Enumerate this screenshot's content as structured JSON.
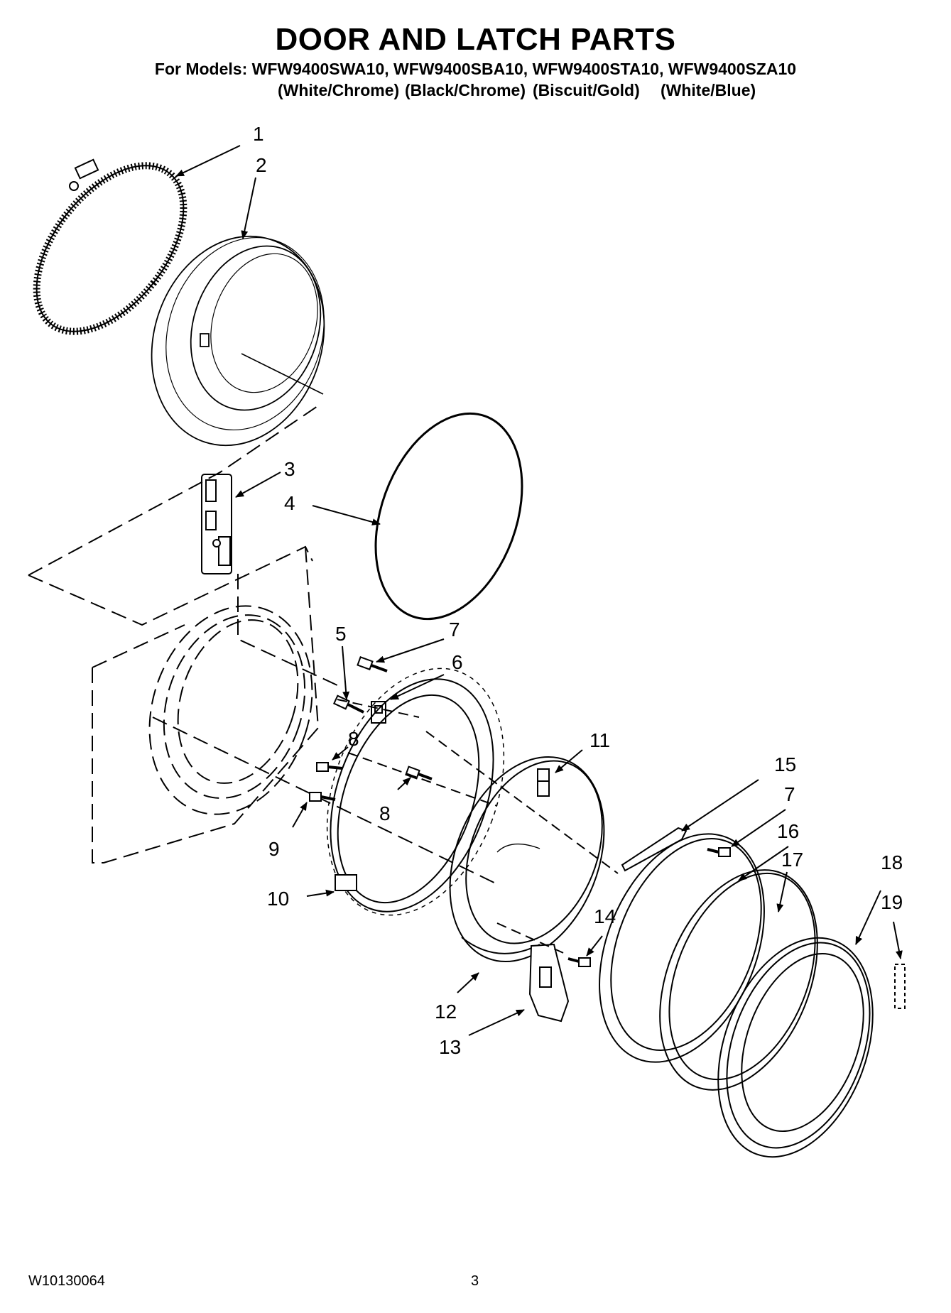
{
  "header": {
    "title": "DOOR AND LATCH PARTS",
    "models": "For Models: WFW9400SWA10, WFW9400SBA10, WFW9400STA10, WFW9400SZA10",
    "variants": [
      "(White/Chrome)",
      "(Black/Chrome)",
      "(Biscuit/Gold)",
      "(White/Blue)"
    ]
  },
  "callouts": {
    "c1": "1",
    "c2": "2",
    "c3": "3",
    "c4": "4",
    "c5": "5",
    "c6": "6",
    "c7a": "7",
    "c7b": "7",
    "c8a": "8",
    "c8b": "8",
    "c9": "9",
    "c10": "10",
    "c11": "11",
    "c12": "12",
    "c13": "13",
    "c14": "14",
    "c15": "15",
    "c16": "16",
    "c17": "17",
    "c18": "18",
    "c19": "19"
  },
  "footer": {
    "doc_number": "W10130064",
    "page": "3"
  }
}
